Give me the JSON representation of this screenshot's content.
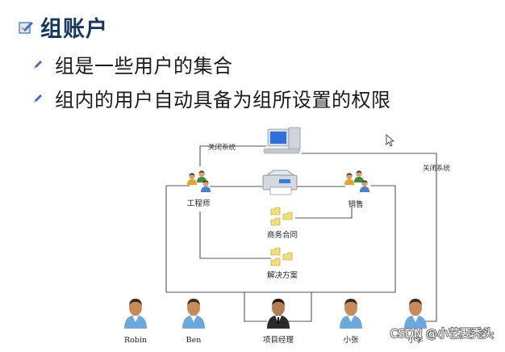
{
  "title": "组账户",
  "bullets": [
    "组是一些用户的集合",
    "组内的用户自动具备为组所设置的权限"
  ],
  "diagram": {
    "shutdown_label_left": "关闭系统",
    "shutdown_label_right": "关闭系统",
    "group_engineers": "工程师",
    "group_sales": "销售",
    "folder_contracts": "商务合同",
    "folder_solutions": "解决方案",
    "users": [
      "Robin",
      "Ben",
      "项目经理",
      "小张",
      "小李"
    ]
  },
  "watermark": "CSDN @小艺要秃头",
  "colors": {
    "title": "#17375e",
    "line": "#555555",
    "bullet_icon": "#3a6fc4"
  }
}
